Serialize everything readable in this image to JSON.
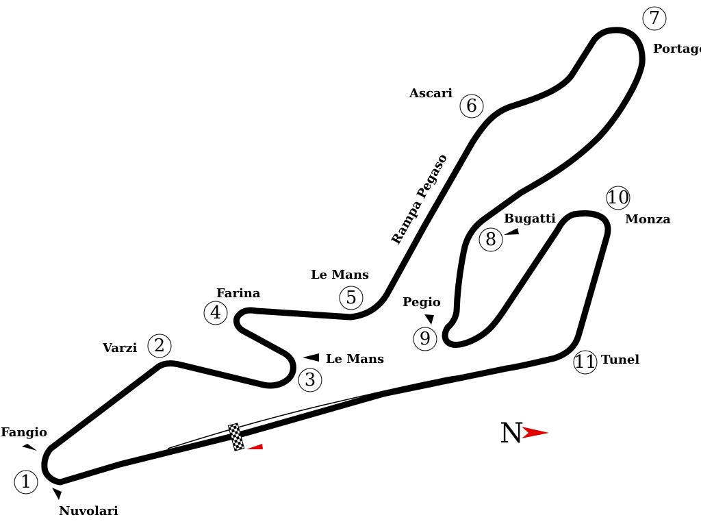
{
  "map": {
    "colors": {
      "track": "#000000",
      "accent": "#e00000",
      "background": "#ffffff"
    },
    "turns": [
      {
        "number": "1"
      },
      {
        "number": "2"
      },
      {
        "number": "3"
      },
      {
        "number": "4"
      },
      {
        "number": "5"
      },
      {
        "number": "6"
      },
      {
        "number": "7"
      },
      {
        "number": "8"
      },
      {
        "number": "9"
      },
      {
        "number": "10"
      },
      {
        "number": "11"
      }
    ],
    "corner_names": {
      "fangio": "Fangio",
      "nuvolari": "Nuvolari",
      "varzi": "Varzi",
      "farina": "Farina",
      "le_mans_1": "Le Mans",
      "le_mans_2": "Le Mans",
      "ascari": "Ascari",
      "portage": "Portage",
      "bugatti": "Bugatti",
      "pegio": "Pegio",
      "monza": "Monza",
      "tunel": "Tunel",
      "rampa_pegaso": "Rampa Pegaso"
    },
    "compass": {
      "letter": "N",
      "icon": "north-arrow-icon"
    },
    "start_finish_icon": "checkered-flag-icon",
    "direction_icon": "race-direction-arrow-icon"
  }
}
